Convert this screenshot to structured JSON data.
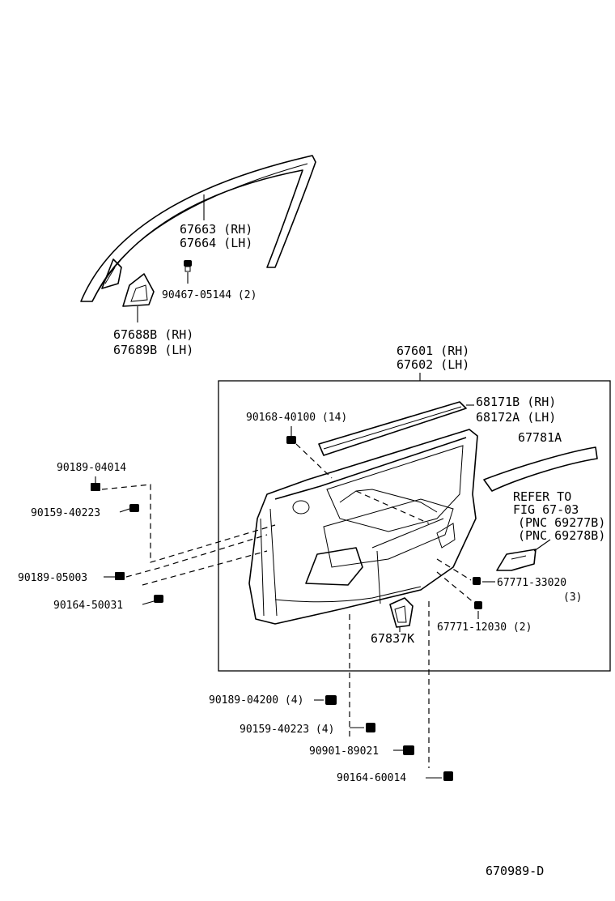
{
  "labels": {
    "weatherstrip_rh": "67663 (RH)",
    "weatherstrip_lh": "67664 (LH)",
    "clip_90467": "90467-05144 (2)",
    "cover_rh": "67688B (RH)",
    "cover_lh": "67689B (LH)",
    "panel_rh": "67601 (RH)",
    "panel_lh": "67602 (LH)",
    "strip_rh": "68171B (RH)",
    "strip_lh": "68172A (LH)",
    "screw_90168": "90168-40100 (14)",
    "moulding": "67781A",
    "refer_1": "REFER TO",
    "refer_2": "FIG 67-03",
    "refer_3": "(PNC 69277B)",
    "refer_4": "(PNC 69278B)",
    "nut_90189_04014": "90189-04014",
    "screw_90159_40223": "90159-40223",
    "nut_90189_05003": "90189-05003",
    "screw_90164_50031": "90164-50031",
    "clip_67771_33020": "67771-33020",
    "clip_67771_33020_qty": "(3)",
    "clip_67771_12030": "67771-12030 (2)",
    "cup_67837k": "67837K",
    "nut_90189_04200": "90189-04200 (4)",
    "screw_90159_40223_4": "90159-40223 (4)",
    "nut_90901_89021": "90901-89021",
    "screw_90164_60014": "90164-60014",
    "diagram_id": "670989-D"
  }
}
